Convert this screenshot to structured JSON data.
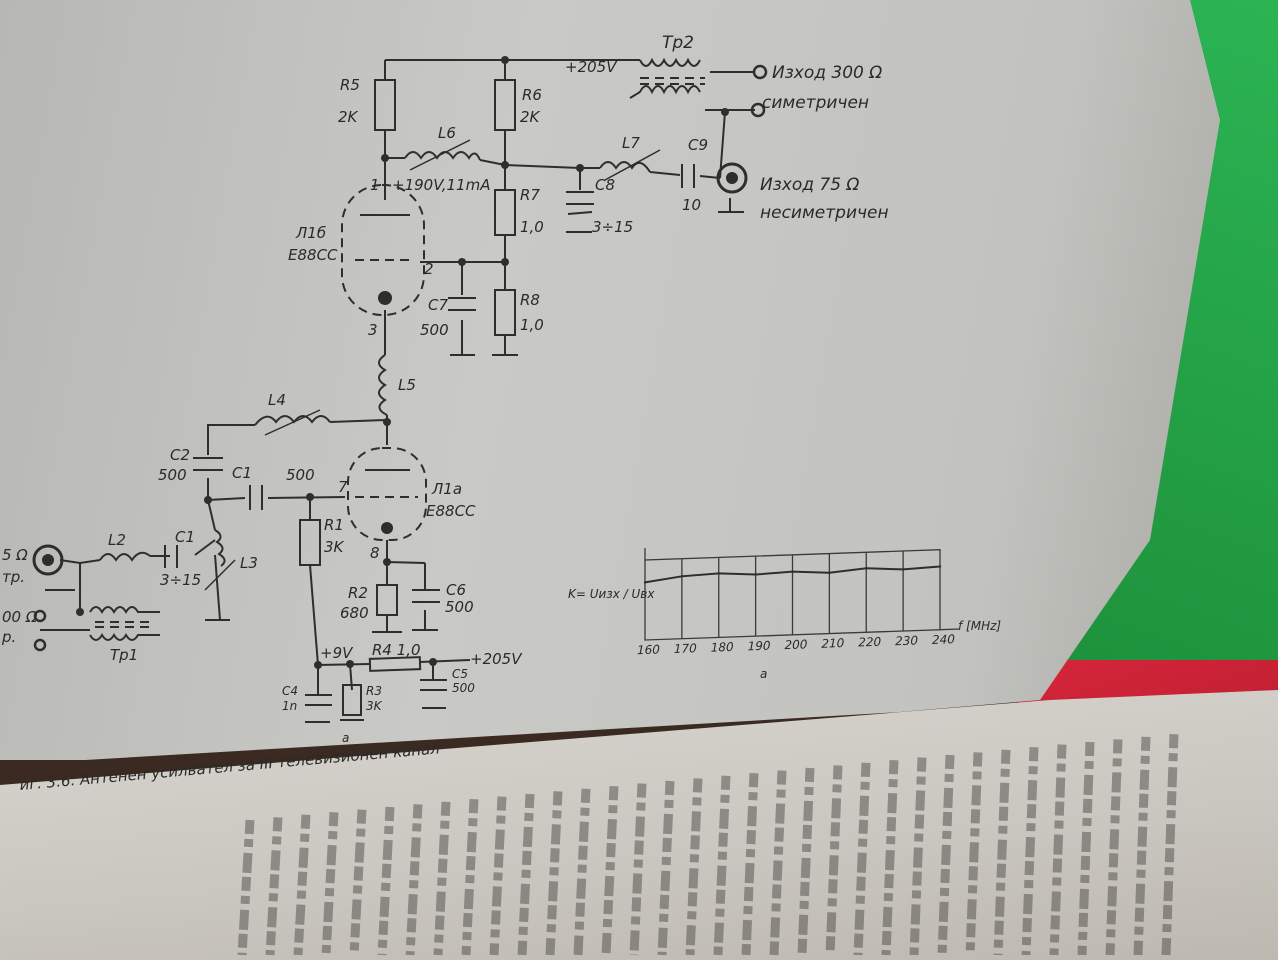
{
  "labels": {
    "r5": "R5",
    "r5v": "2K",
    "r6": "R6",
    "r6v": "2K",
    "l6": "L6",
    "v205top": "+205V",
    "tp2": "Tp2",
    "out300": "Изход 300 Ω",
    "sym": "симетричен",
    "l7": "L7",
    "c9": "C9",
    "c9v": "10",
    "out75": "Изход 75 Ω",
    "nonsym": "несиметричен",
    "pin1": "1",
    "v190": "+190V,11mA",
    "r7": "R7",
    "r7v": "1,0",
    "c8": "C8",
    "c8v": "3÷15",
    "tube1b": "Л1б",
    "tube1bt": "E88CC",
    "pin2": "2",
    "c7": "C7",
    "c7v": "500",
    "r8": "R8",
    "r8v": "1,0",
    "pin3": "3",
    "l5": "L5",
    "l4": "L4",
    "c2": "C2",
    "c2v": "500",
    "c1": "C1",
    "c1v": "500",
    "pin7": "7",
    "tube1a": "Л1а",
    "tube1at": "E88CC",
    "l2": "L2",
    "c1b": "C1",
    "c1bv": "3÷15",
    "l3": "L3",
    "r1": "R1",
    "r1v": "3K",
    "pin8": "8",
    "r2": "R2",
    "r2v": "680",
    "c6": "C6",
    "c6v": "500",
    "in75": "5 Ω",
    "in75b": "тр.",
    "in300": "00 Ω",
    "in300b": "р.",
    "tp1": "Tp1",
    "v9": "+9V",
    "r4": "R4 1,0",
    "v205bot": "+205V",
    "c4": "C4",
    "c4v": "1n",
    "r3": "R3",
    "r3v": "3K",
    "c5": "C5",
    "c5v": "500",
    "caption": "иг. 3.6. Антенен усилвател за III телевизионен канал",
    "kformula": "K= Uизх / Uвх",
    "faxis": "f [MHz]",
    "sublabel": "а",
    "bottomlabel": "а"
  },
  "chart_data": {
    "type": "line",
    "title": "",
    "xlabel": "f [MHz]",
    "ylabel": "K= Uизх / Uвх",
    "categories": [
      "160",
      "170",
      "180",
      "190",
      "200",
      "210",
      "220",
      "230",
      "240"
    ],
    "series": [
      {
        "values": [
          0.72,
          0.78,
          0.8,
          0.77,
          0.79,
          0.76,
          0.8,
          0.77,
          0.79
        ]
      }
    ],
    "ylim": [
      0,
      1
    ],
    "grid": true
  }
}
